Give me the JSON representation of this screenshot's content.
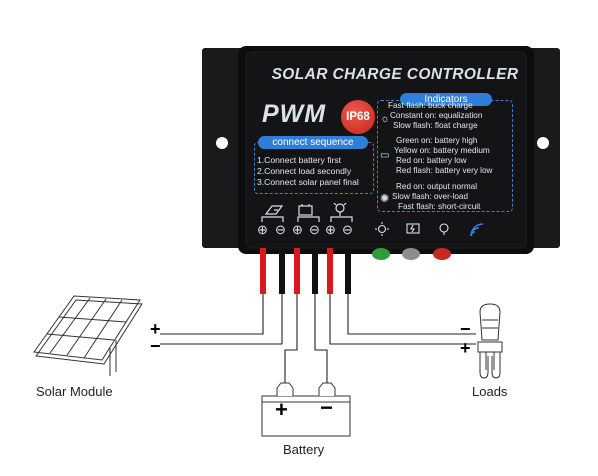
{
  "controller": {
    "title": "SOLAR CHARGE CONTROLLER",
    "pwm": "PWM",
    "ip_rating": "IP68",
    "connect_sequence": {
      "heading": "connect sequence",
      "steps": [
        "1.Connect battery first",
        "2.Connect load secondly",
        "3.Connect solar panel final"
      ]
    },
    "indicators": {
      "heading": "Indicators",
      "solar": [
        "Fast flash: buck charge",
        "Constant on: equalization",
        "Slow flash: float charge"
      ],
      "battery": [
        "Green on: battery high",
        "Yellow on: battery medium",
        "Red on: battery low",
        "Red flash: battery very low"
      ],
      "load": [
        "Red on: output normal",
        "Slow flash: over-load",
        "Fast flash: short-circuit"
      ]
    },
    "terminal_signs": [
      "⊕",
      "⊖",
      "⊕",
      "⊖",
      "⊕",
      "⊖"
    ]
  },
  "labels": {
    "solar_module": "Solar Module",
    "battery": "Battery",
    "loads": "Loads"
  },
  "polarity": {
    "solar_plus": "+",
    "solar_minus": "−",
    "load_minus": "−",
    "load_plus": "+",
    "battery_plus": "+",
    "battery_minus": "−"
  },
  "colors": {
    "body": "#0d0d0f",
    "text_light": "#d9e1ea",
    "accent_blue": "#2f7fd8",
    "wire_red": "#d71920",
    "wire_black": "#111111",
    "led_green": "#2e9b3d",
    "led_gray": "#8d8d8d",
    "led_red": "#c42a1f"
  }
}
